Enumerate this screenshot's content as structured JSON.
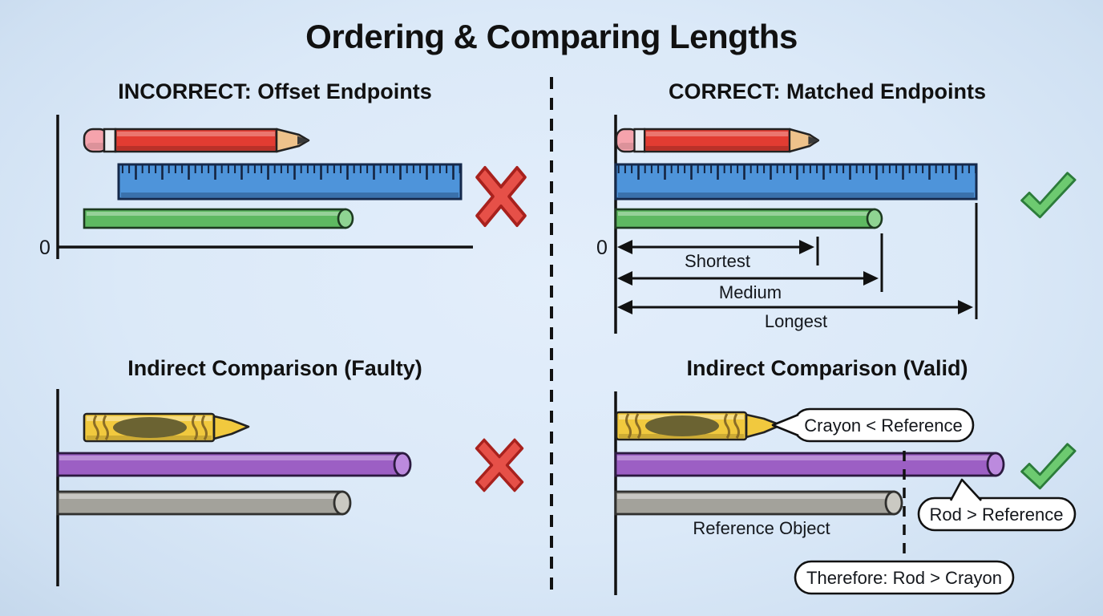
{
  "title": "Ordering & Comparing Lengths",
  "panels": {
    "top_left": {
      "heading": "INCORRECT: Offset Endpoints",
      "zero_label": "0",
      "verdict": "incorrect",
      "objects": [
        "pencil",
        "ruler",
        "green-rod"
      ]
    },
    "top_right": {
      "heading": "CORRECT: Matched Endpoints",
      "zero_label": "0",
      "verdict": "correct",
      "objects": [
        "pencil",
        "ruler",
        "green-rod"
      ],
      "measurements": [
        {
          "label": "Shortest"
        },
        {
          "label": "Medium"
        },
        {
          "label": "Longest"
        }
      ]
    },
    "bottom_left": {
      "heading": "Indirect Comparison (Faulty)",
      "verdict": "incorrect",
      "objects": [
        "crayon",
        "purple-rod",
        "gray-rod"
      ]
    },
    "bottom_right": {
      "heading": "Indirect Comparison (Valid)",
      "verdict": "correct",
      "objects": [
        "crayon",
        "purple-rod",
        "gray-rod"
      ],
      "reference_label": "Reference Object",
      "callout_crayon": "Crayon < Reference",
      "callout_rod": "Rod > Reference",
      "callout_conclusion": "Therefore: Rod > Crayon"
    }
  },
  "colors": {
    "background": "#dbe9f8",
    "ink": "#111111",
    "pencil_red": "#e23c32",
    "pencil_eraser": "#f5a3ac",
    "pencil_ferrule": "#eceef2",
    "pencil_wood": "#eec28b",
    "pencil_graphite": "#3a3a3a",
    "ruler_blue": "#4e94da",
    "ruler_edge": "#15294b",
    "rod_green": "#5eb961",
    "rod_green_cap": "#8fd492",
    "rod_purple": "#9c5fc4",
    "rod_purple_cap": "#bc8ade",
    "rod_gray": "#a3a29b",
    "rod_gray_cap": "#cac9c2",
    "crayon_yellow": "#f1c93e",
    "crayon_band": "#8a6d26",
    "crayon_label": "#6b6332",
    "cross_red": "#e65048",
    "cross_red_edge": "#a8211d",
    "check_green": "#6dca70",
    "check_green_edge": "#2c7c3b",
    "bubble_fill": "#ffffff"
  }
}
